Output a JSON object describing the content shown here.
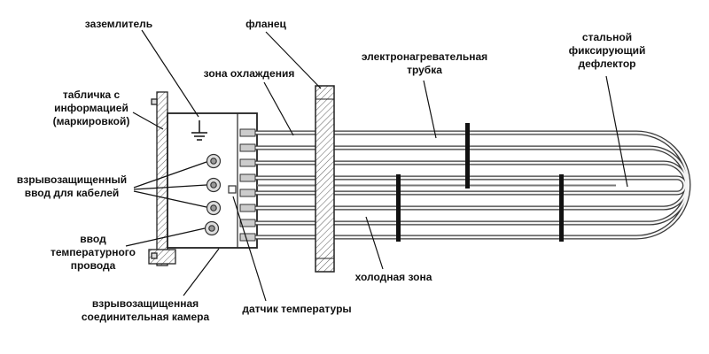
{
  "diagram": {
    "ink_color": "#1a1a1a",
    "hatch_color": "#666666",
    "labels": {
      "ground": "заземлитель",
      "flange": "фланец",
      "cooling_zone": "зона охлаждения",
      "heating_tube": "электронагревательная трубка",
      "deflector": "стальной фиксирующий дефлектор",
      "info_plate": "табличка с информацией (маркировкой)",
      "cable_entry": "взрывозащищенный ввод для кабелей",
      "temp_wire": "ввод температурного провода",
      "junction_chamber": "взрывозащищенная соединительная камера",
      "temp_sensor": "датчик температуры",
      "cold_zone": "холодная зона"
    }
  }
}
